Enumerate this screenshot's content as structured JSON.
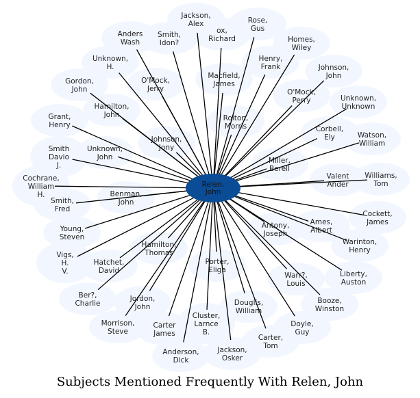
{
  "caption": "Subjects Mentioned Frequently With Relen, John",
  "colors": {
    "center": "#0a4d96",
    "node": "#f2f7ff",
    "edge": "#000000"
  },
  "center": {
    "id": "relen-john",
    "lines": [
      "Relen,",
      "John"
    ]
  },
  "nodes": [
    {
      "id": "jackson-alex",
      "lines": [
        "Jackson,",
        "Alex"
      ]
    },
    {
      "id": "rose-gus",
      "lines": [
        "Rose,",
        "Gus"
      ]
    },
    {
      "id": "anderson-washington",
      "lines": [
        "Anders",
        "Wash"
      ]
    },
    {
      "id": "smith-idon",
      "lines": [
        "Smith,",
        "Idon?"
      ]
    },
    {
      "id": "fox-richard",
      "lines": [
        "ox,",
        "Richard"
      ]
    },
    {
      "id": "homes-wiley",
      "lines": [
        "Homes,",
        "Wiley"
      ]
    },
    {
      "id": "unknown-h",
      "lines": [
        "Unknown,",
        "H."
      ]
    },
    {
      "id": "henry-frank",
      "lines": [
        "Henry,",
        "Frank"
      ]
    },
    {
      "id": "johnson-john",
      "lines": [
        "Johnson,",
        "John"
      ]
    },
    {
      "id": "macfield-james",
      "lines": [
        "Macfield,",
        "James"
      ]
    },
    {
      "id": "gordon-john",
      "lines": [
        "Gordon,",
        "John"
      ]
    },
    {
      "id": "omock-jerry",
      "lines": [
        "O'Mock,",
        "Jerry"
      ]
    },
    {
      "id": "omock-perry",
      "lines": [
        "O'Mock,",
        "Perry"
      ]
    },
    {
      "id": "unknown-unknown",
      "lines": [
        "Unknown,",
        "Unknown"
      ]
    },
    {
      "id": "hamilton-john",
      "lines": [
        "Hamilton,",
        "John"
      ]
    },
    {
      "id": "grant-henry",
      "lines": [
        "Grant,",
        "Henry"
      ]
    },
    {
      "id": "rolton-morris",
      "lines": [
        "Rolton,",
        "Morris"
      ]
    },
    {
      "id": "corbell-ely",
      "lines": [
        "Corbell,",
        "Ely"
      ]
    },
    {
      "id": "watson-william",
      "lines": [
        "Watson,",
        "William"
      ]
    },
    {
      "id": "johnson-jony",
      "lines": [
        "Johnson,",
        "Jony"
      ]
    },
    {
      "id": "smith-david-j",
      "lines": [
        "Smith",
        "Davio",
        "J."
      ]
    },
    {
      "id": "unknown-john",
      "lines": [
        "Unknown,",
        "John"
      ]
    },
    {
      "id": "miller-berell",
      "lines": [
        "Miller,",
        "Berell"
      ]
    },
    {
      "id": "valentine-anderson",
      "lines": [
        "Valent",
        "Ander"
      ]
    },
    {
      "id": "williams-tom",
      "lines": [
        "Williams,",
        "Tom"
      ]
    },
    {
      "id": "cochrane-william",
      "lines": [
        "Cochrane,",
        "William",
        "H."
      ]
    },
    {
      "id": "benman-john",
      "lines": [
        "Benman,",
        "John"
      ]
    },
    {
      "id": "smith-fred",
      "lines": [
        "Smith,",
        "Fred"
      ]
    },
    {
      "id": "cockett-james",
      "lines": [
        "Cockett,",
        "James"
      ]
    },
    {
      "id": "ames-albert",
      "lines": [
        "Ames,",
        "Albert"
      ]
    },
    {
      "id": "antony-joseph",
      "lines": [
        "Antony,",
        "Joseph"
      ]
    },
    {
      "id": "young-steven",
      "lines": [
        "Young,",
        "Steven"
      ]
    },
    {
      "id": "warinton-henry",
      "lines": [
        "Warinton,",
        "Henry"
      ]
    },
    {
      "id": "hamilton-thomas",
      "lines": [
        "Hamilton,",
        "Thomas"
      ]
    },
    {
      "id": "vigs-h-v",
      "lines": [
        "Vigs,",
        "H.",
        "V."
      ]
    },
    {
      "id": "hatchet-david",
      "lines": [
        "Hatchet,",
        "David"
      ]
    },
    {
      "id": "porter-eliga",
      "lines": [
        "Porter,",
        "Eliga"
      ]
    },
    {
      "id": "warr-louis",
      "lines": [
        "Warr?,",
        "Louis"
      ]
    },
    {
      "id": "liberty-auston",
      "lines": [
        "Liberty,",
        "Auston"
      ]
    },
    {
      "id": "ber-charlie",
      "lines": [
        "Ber?,",
        "Charlie"
      ]
    },
    {
      "id": "jordon-john",
      "lines": [
        "Jordon,",
        "John"
      ]
    },
    {
      "id": "douglis-william",
      "lines": [
        "Douglis,",
        "William"
      ]
    },
    {
      "id": "booze-winston",
      "lines": [
        "Booze,",
        "Winston"
      ]
    },
    {
      "id": "morrison-steve",
      "lines": [
        "Morrison,",
        "Steve"
      ]
    },
    {
      "id": "carter-james",
      "lines": [
        "Carter",
        "James"
      ]
    },
    {
      "id": "cluster-larnce-b",
      "lines": [
        "Cluster,",
        "Larnce",
        "B."
      ]
    },
    {
      "id": "doyle-guy",
      "lines": [
        "Doyle,",
        "Guy"
      ]
    },
    {
      "id": "carter-tom",
      "lines": [
        "Carter,",
        "Tom"
      ]
    },
    {
      "id": "anderson-dick",
      "lines": [
        "Anderson,",
        "Dick"
      ]
    },
    {
      "id": "jackson-osker",
      "lines": [
        "Jackson,",
        "Osker"
      ]
    }
  ]
}
